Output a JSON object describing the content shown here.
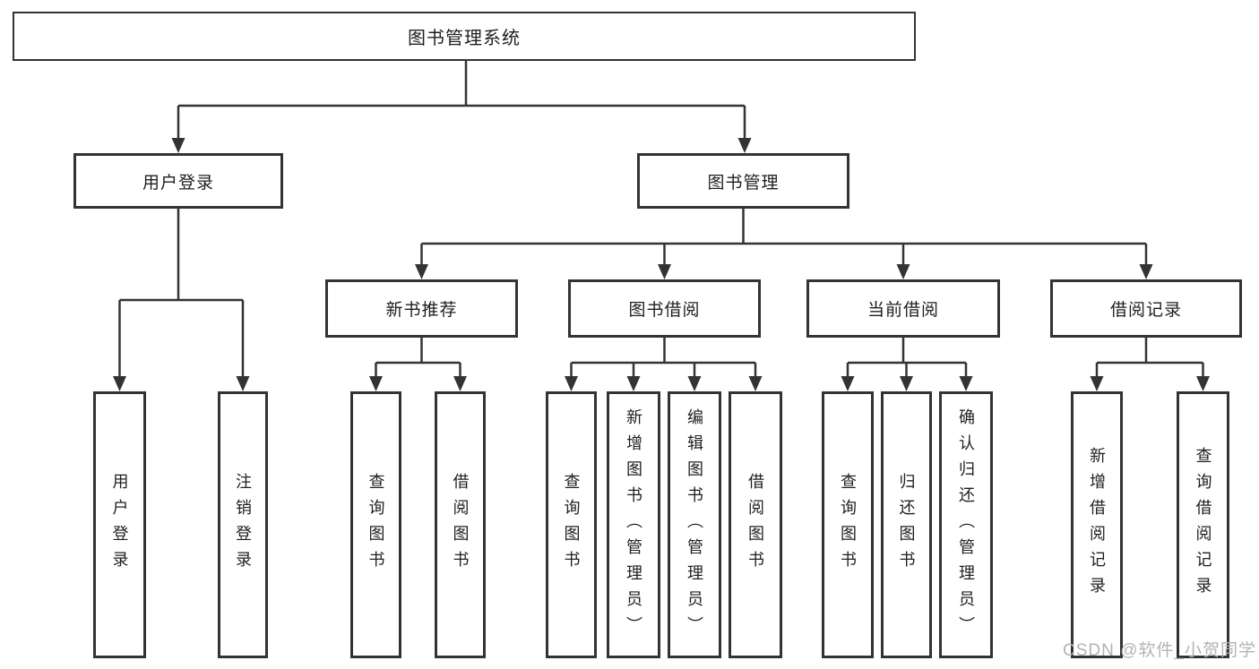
{
  "diagram": {
    "root": {
      "label": "图书管理系统"
    },
    "level2": [
      {
        "label": "用户登录"
      },
      {
        "label": "图书管理"
      }
    ],
    "level3": [
      {
        "label": "新书推荐"
      },
      {
        "label": "图书借阅"
      },
      {
        "label": "当前借阅"
      },
      {
        "label": "借阅记录"
      }
    ],
    "leaves": {
      "user": [
        "用户登录",
        "注销登录"
      ],
      "recommend": [
        "查询图书",
        "借阅图书"
      ],
      "borrow": [
        "查询图书",
        "新增图书（管理员）",
        "编辑图书（管理员）",
        "借阅图书"
      ],
      "current": [
        "查询图书",
        "归还图书",
        "确认归还（管理员）"
      ],
      "records": [
        "新增借阅记录",
        "查询借阅记录"
      ]
    }
  },
  "watermark": {
    "text": "CSDN @软件_小贺同学"
  },
  "colors": {
    "line": "#333333",
    "text": "#1f1f1f",
    "watermark": "#b3b3b3",
    "background": "#ffffff"
  }
}
